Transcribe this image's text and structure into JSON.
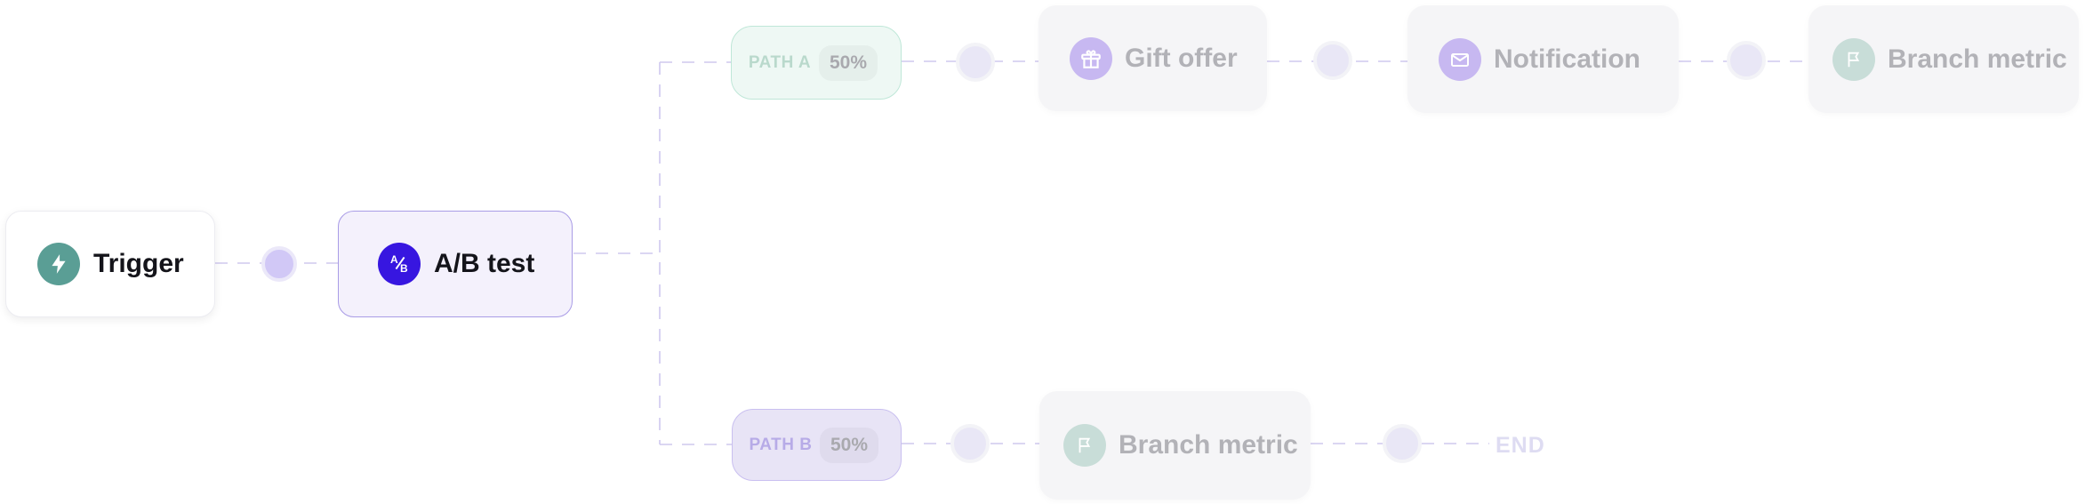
{
  "nodes": {
    "trigger": {
      "label": "Trigger",
      "icon": "lightning-bolt-icon",
      "icon_color": "#5a9e95"
    },
    "ab_test": {
      "label": "A/B test",
      "icon": "ab-split-icon",
      "icon_color": "#3716e0",
      "glyph_a": "A",
      "glyph_b": "B"
    }
  },
  "paths": [
    {
      "name": "PATH A",
      "percent": "50%",
      "color": "#bfe7d8"
    },
    {
      "name": "PATH B",
      "percent": "50%",
      "color": "#c9bff0"
    }
  ],
  "path_a_steps": [
    {
      "label": "Gift offer",
      "icon": "gift-icon"
    },
    {
      "label": "Notification",
      "icon": "envelope-icon"
    },
    {
      "label": "Branch metric",
      "icon": "flag-icon"
    }
  ],
  "path_b_steps": [
    {
      "label": "Branch metric",
      "icon": "flag-icon"
    }
  ],
  "end_label": "END",
  "colors": {
    "accent": "#3716e0",
    "connector": "#cfc8ee",
    "dot": "#d1c8f6"
  }
}
